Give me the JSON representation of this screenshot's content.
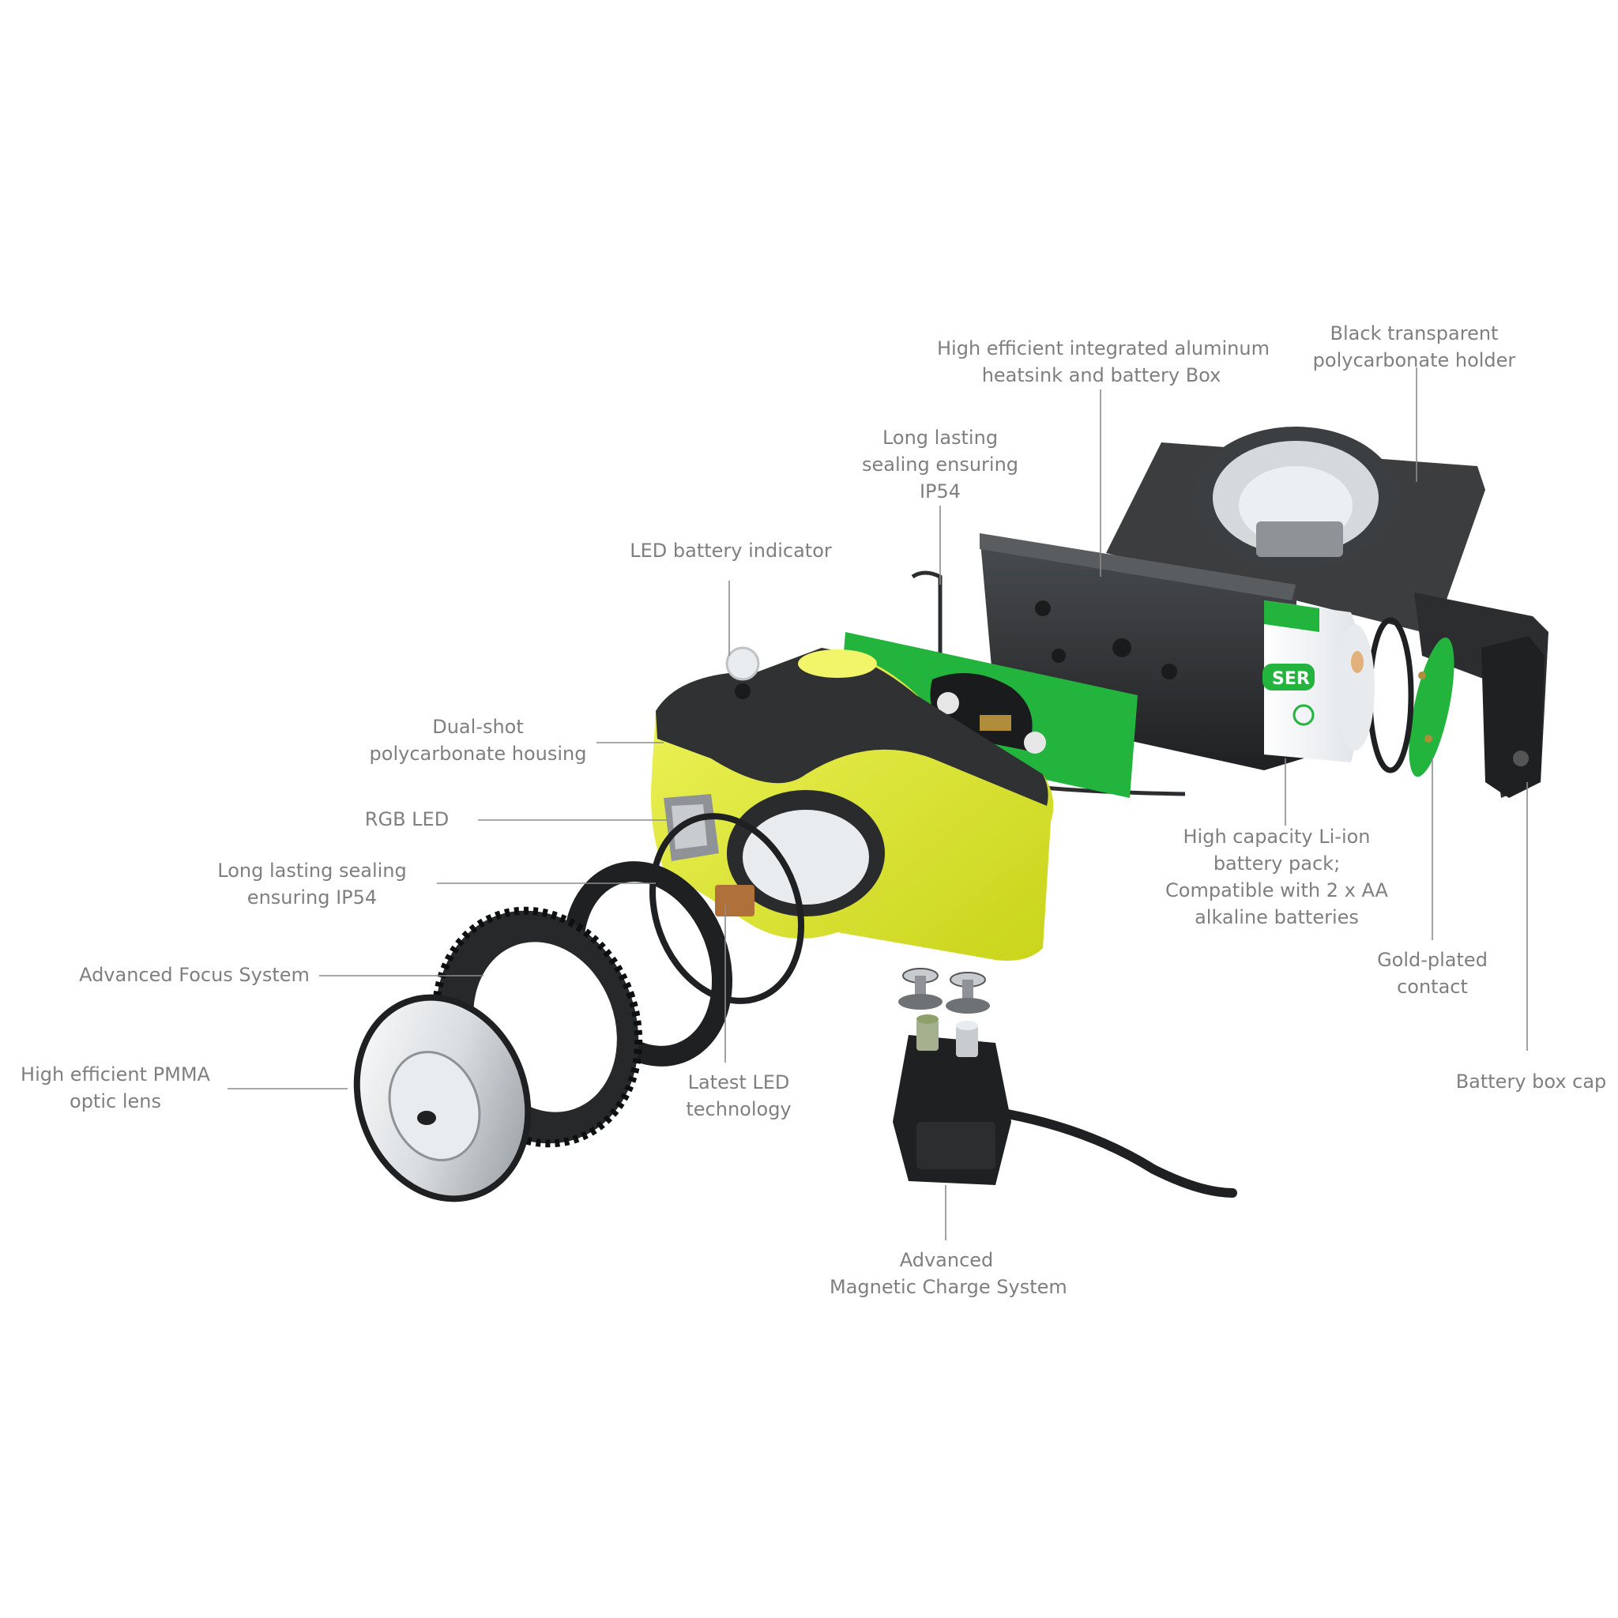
{
  "labels": {
    "heatsink": [
      "High efficient  integrated aluminum",
      "heatsink and battery Box"
    ],
    "holder": [
      "Black transparent",
      "polycarbonate holder"
    ],
    "sealing_top": [
      "Long lasting",
      "sealing ensuring",
      "IP54"
    ],
    "battery_ind": [
      "LED battery indicator"
    ],
    "housing": [
      "Dual-shot",
      "polycarbonate housing"
    ],
    "rgb": [
      "RGB LED"
    ],
    "sealing_left": [
      "Long lasting sealing",
      "ensuring  IP54"
    ],
    "focus": [
      "Advanced Focus System"
    ],
    "lens": [
      "High efficient PMMA",
      "optic lens"
    ],
    "led_tech": [
      "Latest LED",
      "technology"
    ],
    "liion": [
      "High capacity Li-ion",
      "battery pack;",
      "Compatible with 2 x AA",
      "alkaline batteries"
    ],
    "gold": [
      "Gold-plated",
      "contact"
    ],
    "cap": [
      "Battery box cap"
    ],
    "magnetic": [
      "Advanced",
      "Magnetic Charge System"
    ]
  },
  "battery_print": {
    "brand": "SER"
  },
  "colors": {
    "label": "#7f7f7f",
    "leader": "#8c8c8c",
    "housing_yellow": "#e4ec2a",
    "housing_dark": "#2f3133",
    "pcb_green": "#22b43c",
    "metal_dark": "#2b2d2f",
    "battery_white": "#f1f3f5"
  }
}
